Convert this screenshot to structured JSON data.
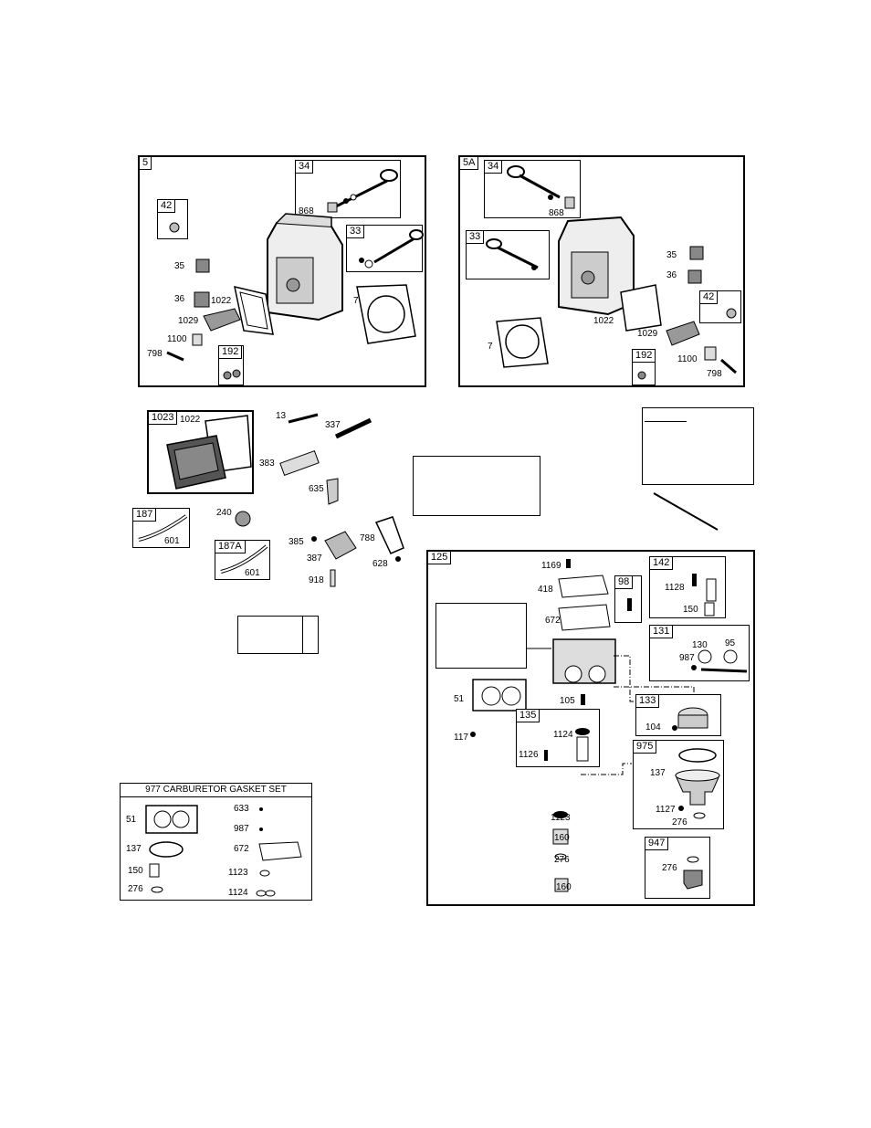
{
  "panels": {
    "p5": {
      "tag": "5",
      "labels": {
        "a": "868",
        "b": "35",
        "c": "36",
        "d": "1022",
        "e": "7",
        "f": "1029",
        "g": "1100",
        "h": "798"
      },
      "sub": {
        "s34": "34",
        "s33": "33",
        "s42": "42",
        "s192": "192"
      }
    },
    "p5a": {
      "tag": "5A",
      "labels": {
        "a": "868",
        "b": "35",
        "c": "36",
        "d": "1022",
        "e": "7",
        "f": "1029",
        "g": "1100",
        "h": "798"
      },
      "sub": {
        "s34": "34",
        "s33": "33",
        "s42": "42",
        "s192": "192"
      }
    },
    "p1023": {
      "tag": "1023",
      "label": "1022"
    },
    "p187": {
      "tag": "187",
      "label": "601"
    },
    "p187a": {
      "tag": "187A",
      "label": "601"
    },
    "loose": {
      "l13": "13",
      "l337": "337",
      "l383": "383",
      "l635": "635",
      "l240": "240",
      "l385": "385",
      "l387": "387",
      "l788": "788",
      "l628": "628",
      "l918": "918"
    },
    "p125": {
      "tag": "125",
      "labels": {
        "l1169": "1169",
        "l418": "418",
        "l672": "672",
        "l51": "51",
        "l105": "105",
        "l117": "117",
        "l1123": "1123",
        "l160a": "160",
        "l276": "276",
        "l160b": "160"
      },
      "sub": {
        "s98": {
          "tag": "98"
        },
        "s142": {
          "tag": "142",
          "a": "1128",
          "b": "150"
        },
        "s131": {
          "tag": "131",
          "a": "130",
          "b": "95",
          "c": "987"
        },
        "s133": {
          "tag": "133",
          "a": "104"
        },
        "s135": {
          "tag": "135",
          "a": "1124",
          "b": "1126"
        },
        "s975": {
          "tag": "975",
          "a": "137",
          "b": "1127",
          "c": "276"
        },
        "s947": {
          "tag": "947",
          "a": "276"
        }
      }
    },
    "p977": {
      "title": "977 CARBURETOR GASKET SET",
      "labels": {
        "l51": "51",
        "l137": "137",
        "l150": "150",
        "l276": "276",
        "l633": "633",
        "l987": "987",
        "l672": "672",
        "l1123": "1123",
        "l1124": "1124"
      }
    }
  }
}
